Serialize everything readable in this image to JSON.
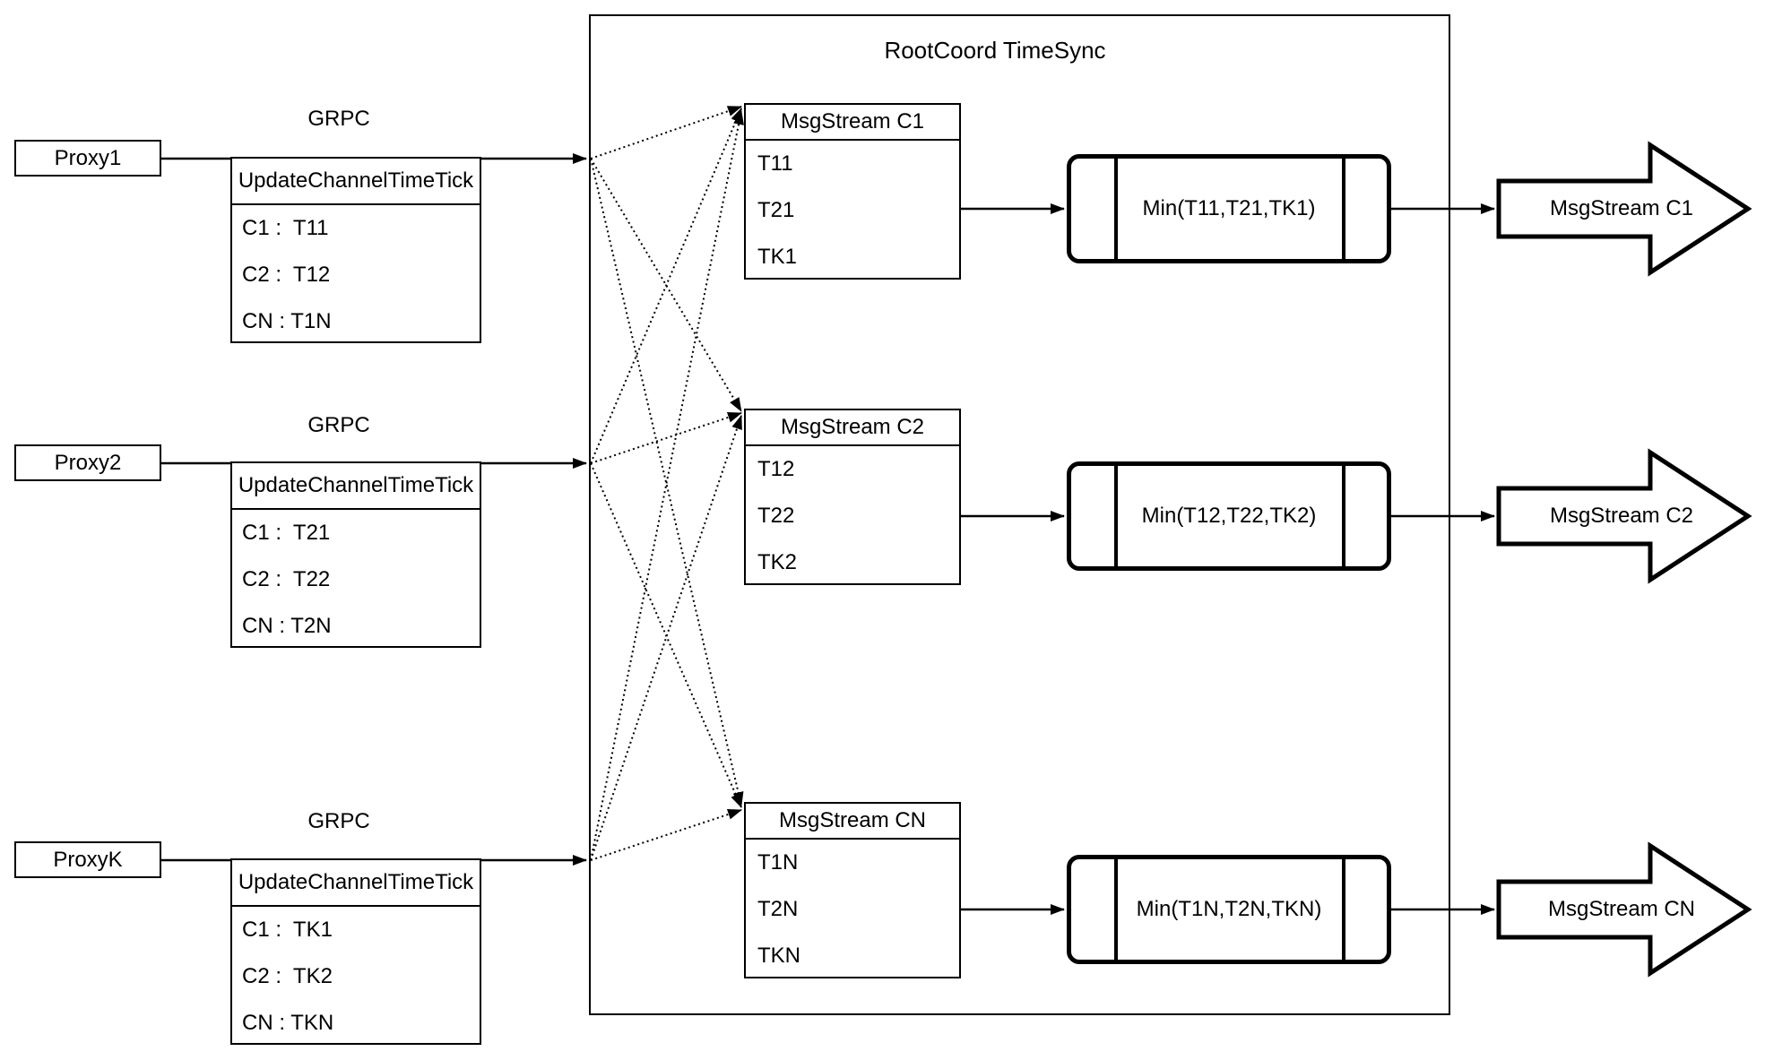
{
  "diagram": {
    "container_title": "RootCoord TimeSync",
    "line_color": "#000000",
    "background_color": "#ffffff",
    "rows": [
      {
        "proxy_label": "Proxy1",
        "protocol_label": "GRPC",
        "update_table": {
          "title": "UpdateChannelTimeTick",
          "entries": [
            "C1 :  T11",
            "C2 :  T12",
            "CN : T1N"
          ]
        },
        "msgstream_table": {
          "title": "MsgStream C1",
          "entries": [
            "T11",
            "T21",
            "TK1"
          ]
        },
        "min_label": "Min(T11,T21,TK1)",
        "output_arrow_label": "MsgStream C1"
      },
      {
        "proxy_label": "Proxy2",
        "protocol_label": "GRPC",
        "update_table": {
          "title": "UpdateChannelTimeTick",
          "entries": [
            "C1 :  T21",
            "C2 :  T22",
            "CN : T2N"
          ]
        },
        "msgstream_table": {
          "title": "MsgStream C2",
          "entries": [
            "T12",
            "T22",
            "TK2"
          ]
        },
        "min_label": "Min(T12,T22,TK2)",
        "output_arrow_label": "MsgStream C2"
      },
      {
        "proxy_label": "ProxyK",
        "protocol_label": "GRPC",
        "update_table": {
          "title": "UpdateChannelTimeTick",
          "entries": [
            "C1 :  TK1",
            "C2 :  TK2",
            "CN : TKN"
          ]
        },
        "msgstream_table": {
          "title": "MsgStream CN",
          "entries": [
            "T1N",
            "T2N",
            "TKN"
          ]
        },
        "min_label": "Min(T1N,T2N,TKN)",
        "output_arrow_label": "MsgStream CN"
      }
    ]
  }
}
